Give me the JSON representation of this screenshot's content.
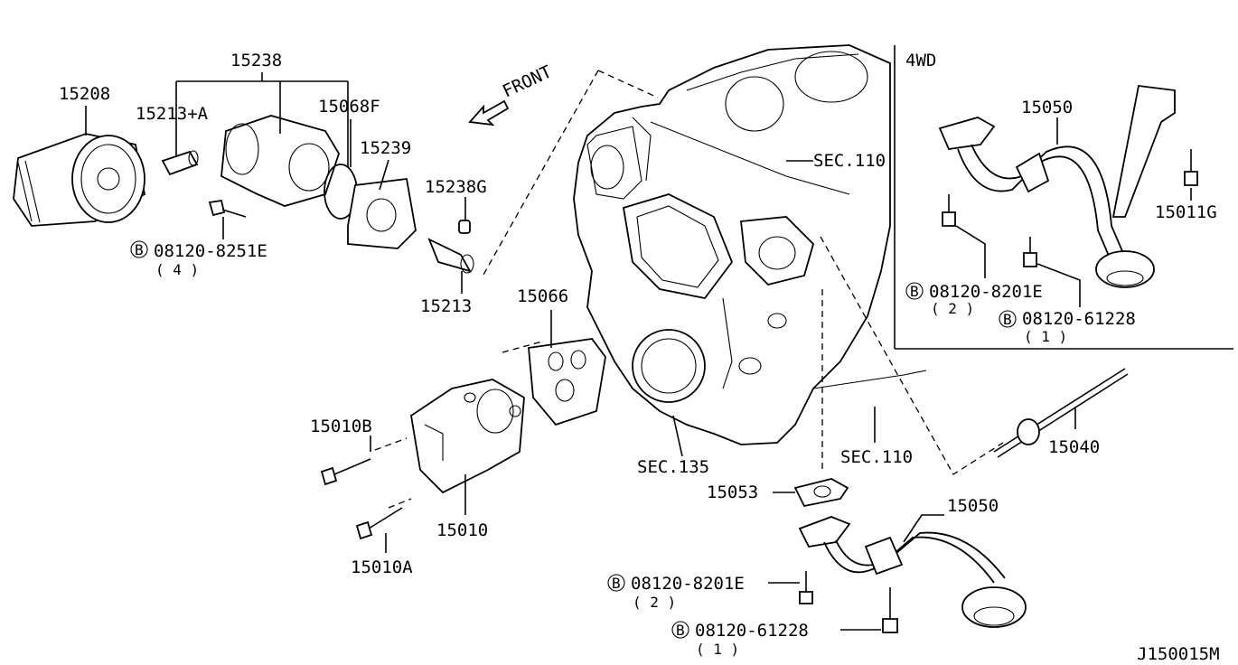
{
  "diagram_id": "J150015M",
  "inset_title": "4WD",
  "front_label": "FRONT",
  "labels": {
    "p15238": "15238",
    "p15208": "15208",
    "p15213a": "15213+A",
    "p15068f": "15068F",
    "p15239": "15239",
    "p15238g": "15238G",
    "bolt1": "08120-8251E",
    "bolt1_qty": "( 4 )",
    "p15213": "15213",
    "p15066": "15066",
    "sec110a": "SEC.110",
    "sec110b": "SEC.110",
    "sec135": "SEC.135",
    "p15010b": "15010B",
    "p15010": "15010",
    "p15010a": "15010A",
    "p15053": "15053",
    "p15050": "15050",
    "bolt2": "08120-8201E",
    "bolt2_qty": "( 2 )",
    "bolt3": "08120-61228",
    "bolt3_qty": "( 1 )",
    "p15040": "15040",
    "inset_p15050": "15050",
    "inset_p15011g": "15011G",
    "inset_bolt2": "08120-8201E",
    "inset_bolt2_qty": "( 2 )",
    "inset_bolt3": "08120-61228",
    "inset_bolt3_qty": "( 1 )"
  },
  "bolt_marker": "B"
}
